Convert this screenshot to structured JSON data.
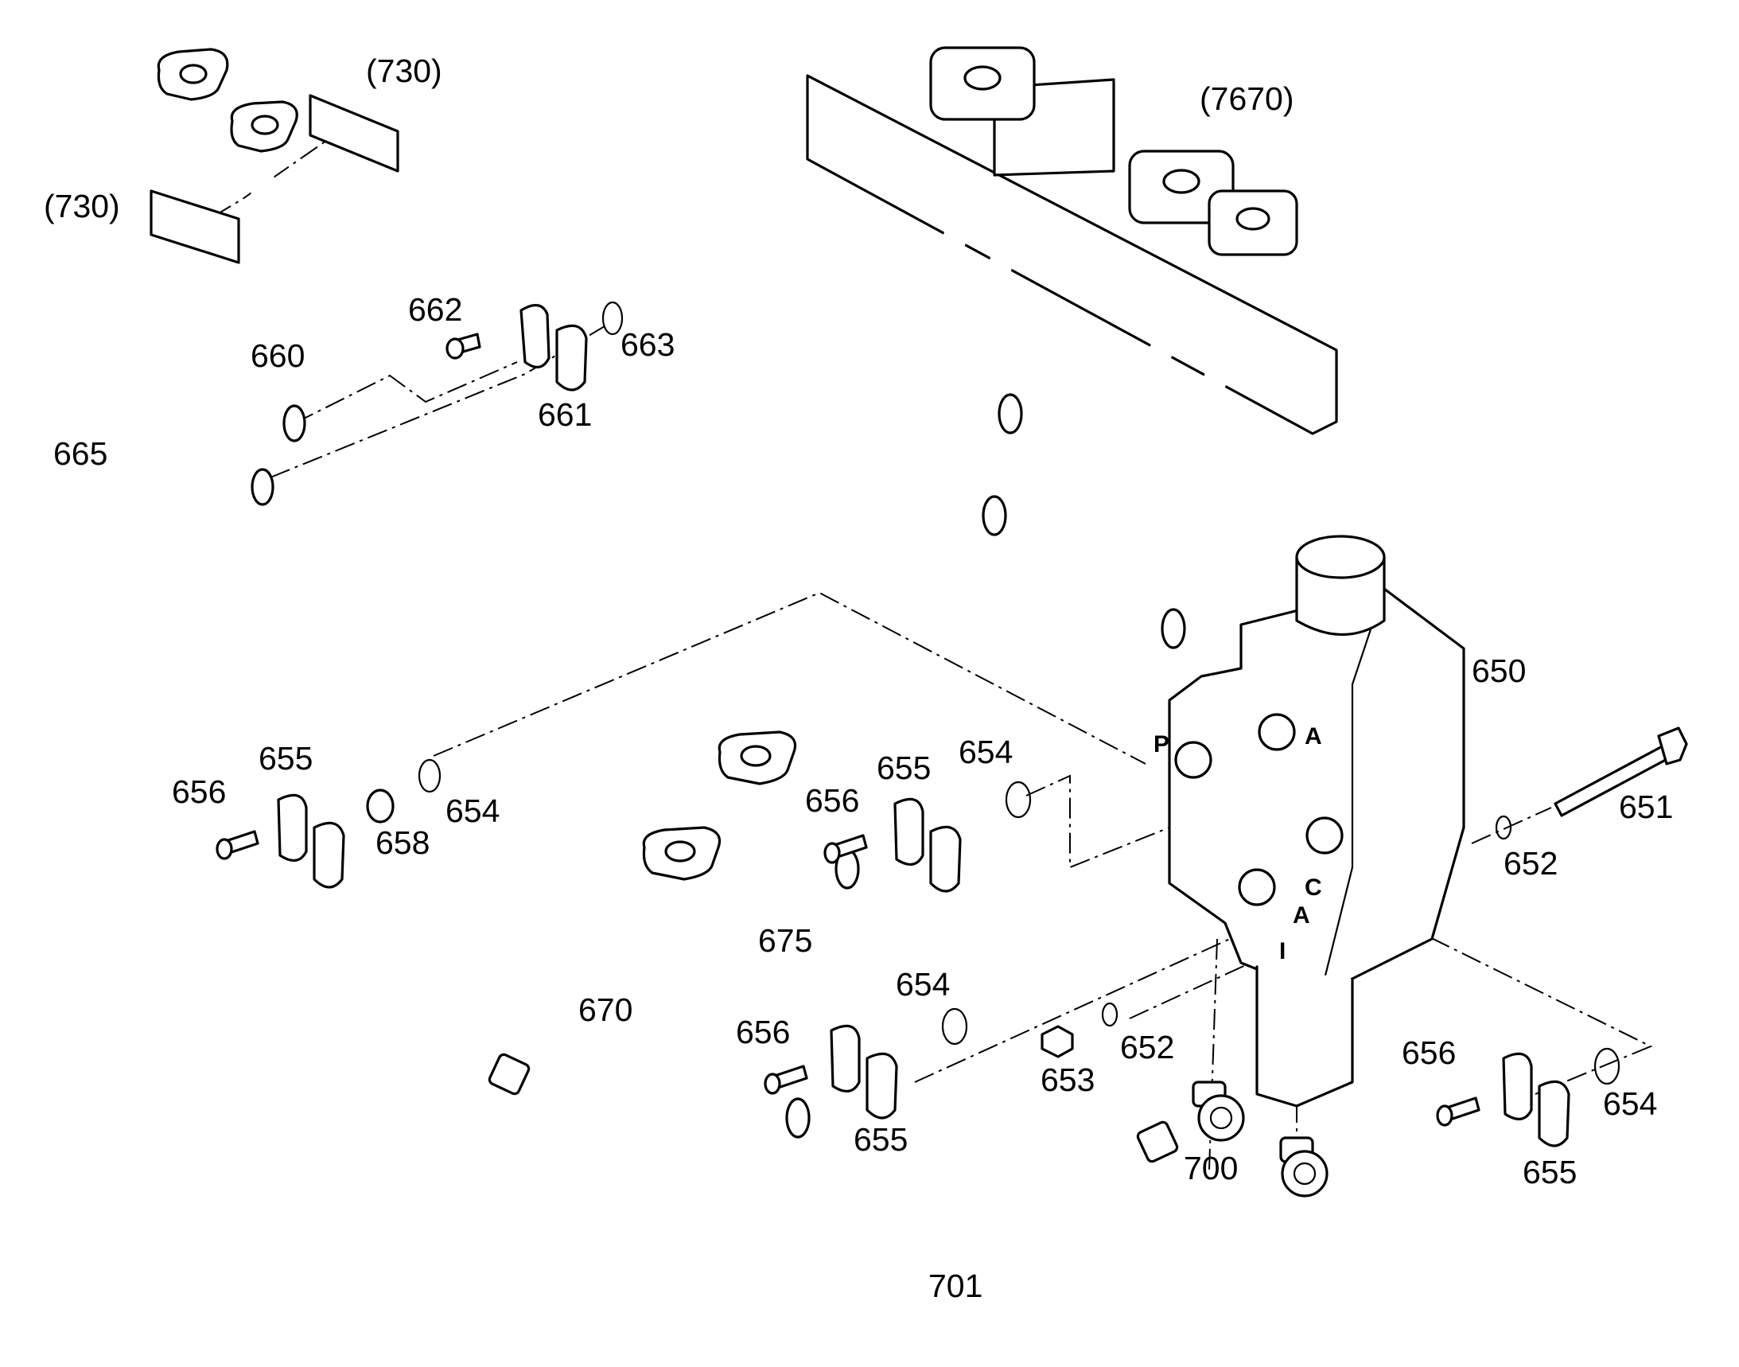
{
  "diagram": {
    "background_color": "#ffffff",
    "line_color": "#000000",
    "port_markings": [
      "P",
      "A",
      "C",
      "A",
      "I"
    ],
    "callouts": [
      {
        "id": "730a",
        "text": "(730)"
      },
      {
        "id": "730b",
        "text": "(730)"
      },
      {
        "id": "7670",
        "text": "(7670)"
      },
      {
        "id": "662",
        "text": "662"
      },
      {
        "id": "663",
        "text": "663"
      },
      {
        "id": "660",
        "text": "660"
      },
      {
        "id": "661",
        "text": "661"
      },
      {
        "id": "665",
        "text": "665"
      },
      {
        "id": "650",
        "text": "650"
      },
      {
        "id": "655a",
        "text": "655"
      },
      {
        "id": "656a",
        "text": "656"
      },
      {
        "id": "654a",
        "text": "654"
      },
      {
        "id": "658",
        "text": "658"
      },
      {
        "id": "654b",
        "text": "654"
      },
      {
        "id": "655b",
        "text": "655"
      },
      {
        "id": "656b",
        "text": "656"
      },
      {
        "id": "651",
        "text": "651"
      },
      {
        "id": "652a",
        "text": "652"
      },
      {
        "id": "675",
        "text": "675"
      },
      {
        "id": "670",
        "text": "670"
      },
      {
        "id": "654c",
        "text": "654"
      },
      {
        "id": "656c",
        "text": "656"
      },
      {
        "id": "652b",
        "text": "652"
      },
      {
        "id": "653",
        "text": "653"
      },
      {
        "id": "655c",
        "text": "655"
      },
      {
        "id": "700",
        "text": "700"
      },
      {
        "id": "656d",
        "text": "656"
      },
      {
        "id": "654d",
        "text": "654"
      },
      {
        "id": "655d",
        "text": "655"
      },
      {
        "id": "701",
        "text": "701"
      }
    ]
  }
}
